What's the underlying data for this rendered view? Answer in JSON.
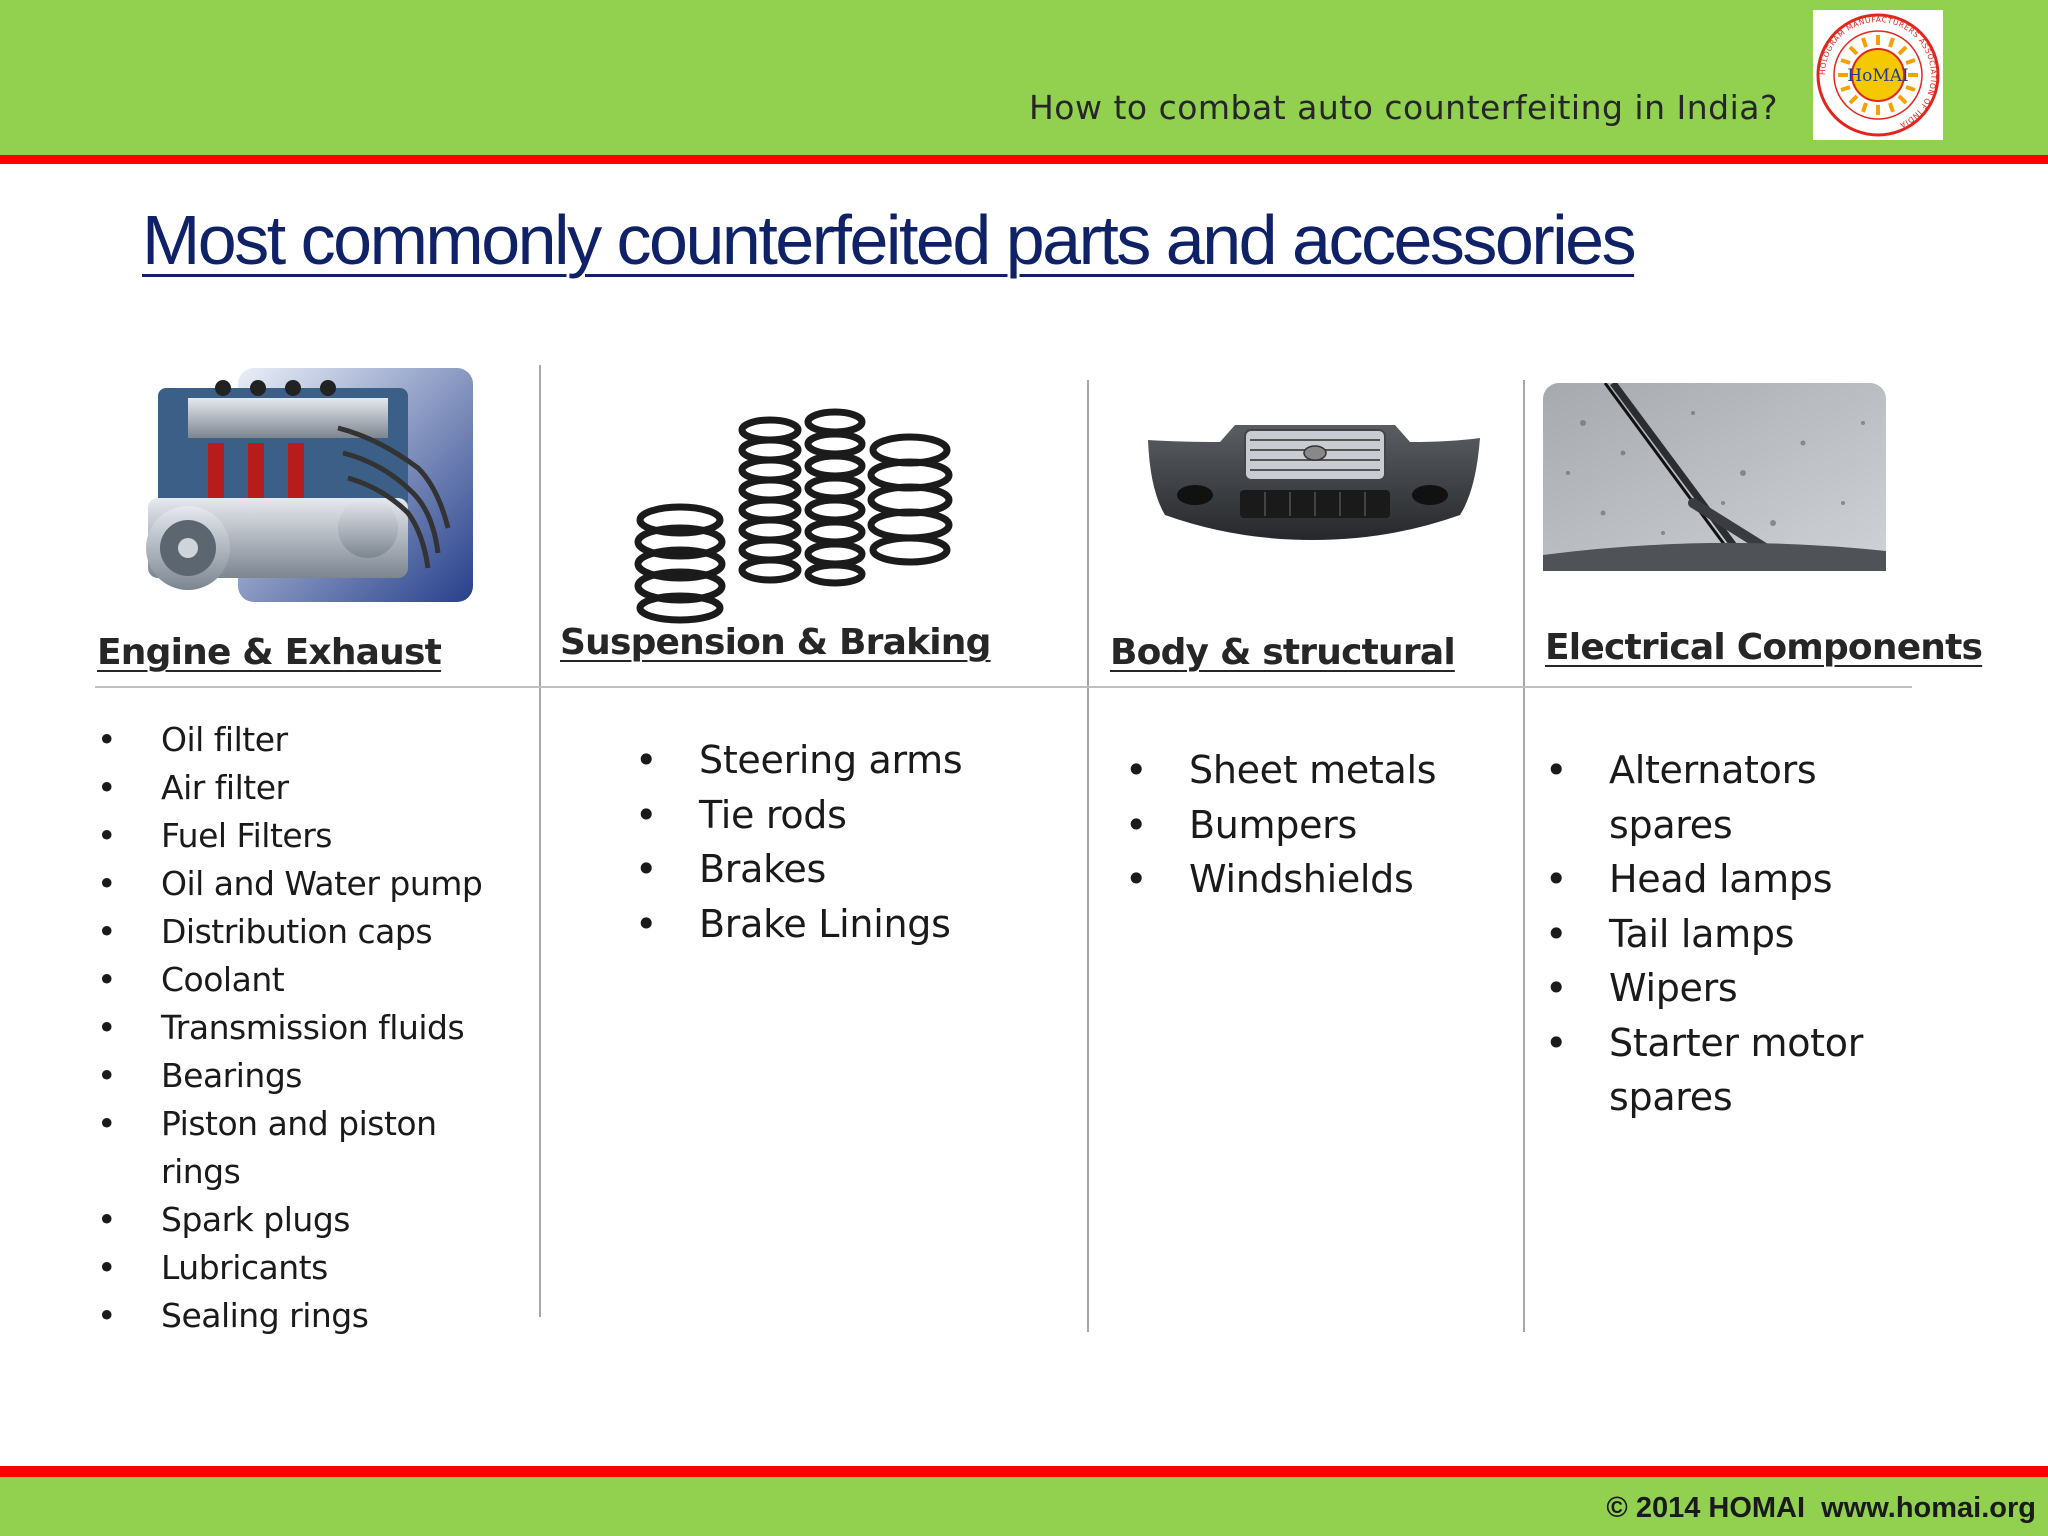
{
  "header": {
    "title": "How to combat auto counterfeiting in India?",
    "logo_text": "HoMAI",
    "logo_ring_text": "HOLOGRAM MANUFACTURERS ASSOCIATION OF INDIA"
  },
  "slide": {
    "title": "Most commonly counterfeited parts and accessories"
  },
  "columns": [
    {
      "heading": "Engine & Exhaust",
      "image": "engine-cutaway",
      "items": [
        "Oil filter",
        "Air filter",
        "Fuel Filters",
        "Oil and Water pump",
        "Distribution caps",
        "Coolant",
        "Transmission fluids",
        "Bearings",
        "Piston and piston",
        "rings",
        "Spark plugs",
        "Lubricants",
        "Sealing rings"
      ]
    },
    {
      "heading": "Suspension & Braking",
      "image": "coil-springs",
      "items": [
        "Steering arms",
        "Tie rods",
        "Brakes",
        "Brake Linings"
      ]
    },
    {
      "heading": "Body & structural",
      "image": "front-bumper",
      "items": [
        "Sheet metals",
        "Bumpers",
        "Windshields"
      ]
    },
    {
      "heading": "Electrical Components",
      "image": "windshield-wiper",
      "items": [
        "Alternators",
        "spares",
        "Head lamps",
        "Tail lamps",
        "Wipers",
        "Starter motor",
        "spares"
      ]
    }
  ],
  "bullet_glyph": "•",
  "footer": {
    "copyright": "© 2014 HOMAI  www.homai.org"
  },
  "colors": {
    "green": "#92d050",
    "red": "#ff0000",
    "title_blue": "#0f2167"
  }
}
